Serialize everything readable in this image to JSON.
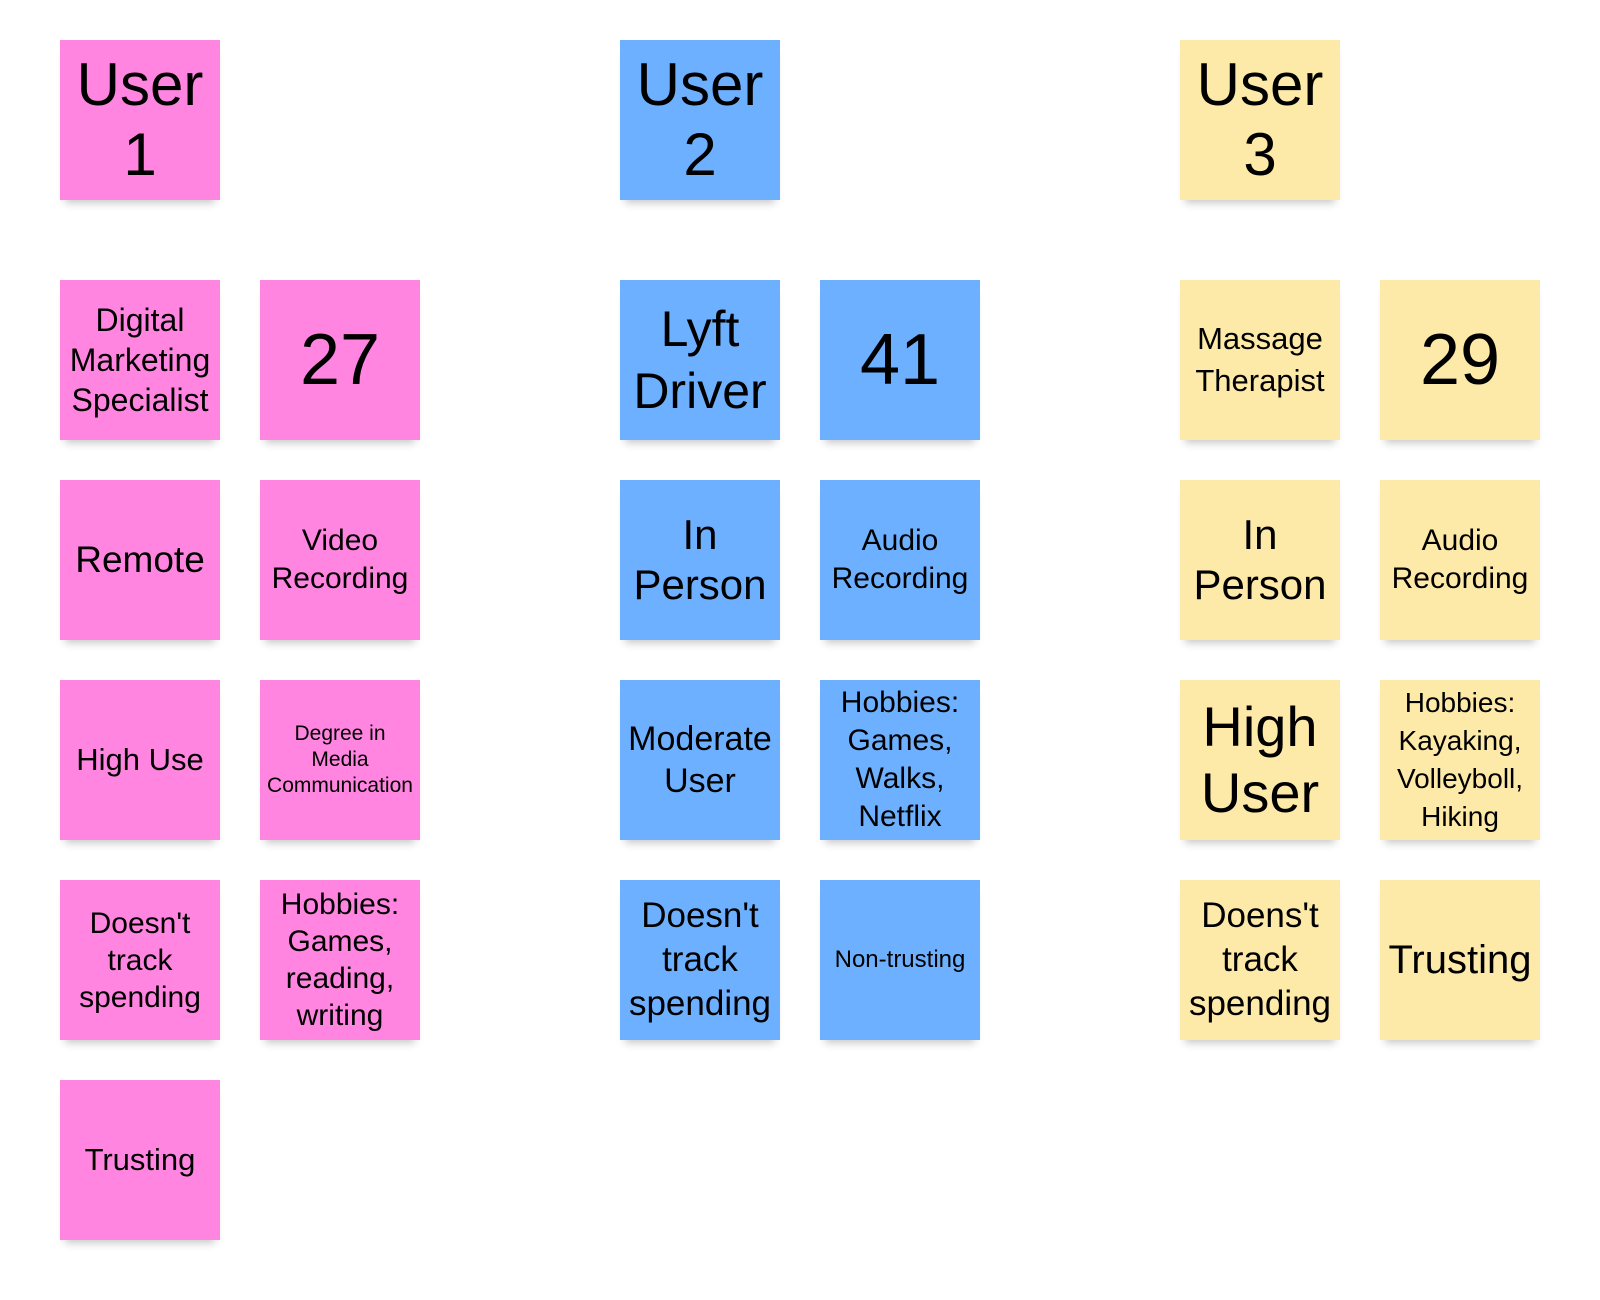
{
  "columns": [
    {
      "key": "user1",
      "color": "#ff85e0",
      "notes": [
        {
          "name": "user1-title-note",
          "text": "User\n1"
        },
        {
          "name": "user1-occupation-note",
          "text": "Digital\nMarketing\nSpecialist"
        },
        {
          "name": "user1-age-note",
          "text": "27"
        },
        {
          "name": "user1-interview-mode-note",
          "text": "Remote"
        },
        {
          "name": "user1-recording-note",
          "text": "Video\nRecording"
        },
        {
          "name": "user1-usage-note",
          "text": "High Use"
        },
        {
          "name": "user1-education-note",
          "text": "Degree in\nMedia\nCommunication"
        },
        {
          "name": "user1-spending-note",
          "text": "Doesn't\ntrack\nspending"
        },
        {
          "name": "user1-hobbies-note",
          "text": "Hobbies:\nGames,\nreading,\nwriting"
        },
        {
          "name": "user1-trust-note",
          "text": "Trusting"
        }
      ]
    },
    {
      "key": "user2",
      "color": "#6db0ff",
      "notes": [
        {
          "name": "user2-title-note",
          "text": "User\n2"
        },
        {
          "name": "user2-occupation-note",
          "text": "Lyft\nDriver"
        },
        {
          "name": "user2-age-note",
          "text": "41"
        },
        {
          "name": "user2-interview-mode-note",
          "text": "In\nPerson"
        },
        {
          "name": "user2-recording-note",
          "text": "Audio\nRecording"
        },
        {
          "name": "user2-usage-note",
          "text": "Moderate\nUser"
        },
        {
          "name": "user2-hobbies-note",
          "text": "Hobbies:\nGames,\nWalks,\nNetflix"
        },
        {
          "name": "user2-spending-note",
          "text": "Doesn't\ntrack\nspending"
        },
        {
          "name": "user2-trust-note",
          "text": "Non-trusting"
        }
      ]
    },
    {
      "key": "user3",
      "color": "#fde9a8",
      "notes": [
        {
          "name": "user3-title-note",
          "text": "User\n3"
        },
        {
          "name": "user3-occupation-note",
          "text": "Massage\nTherapist"
        },
        {
          "name": "user3-age-note",
          "text": "29"
        },
        {
          "name": "user3-interview-mode-note",
          "text": "In\nPerson"
        },
        {
          "name": "user3-recording-note",
          "text": "Audio\nRecording"
        },
        {
          "name": "user3-usage-note",
          "text": "High\nUser"
        },
        {
          "name": "user3-hobbies-note",
          "text": "Hobbies:\nKayaking,\nVolleyboll,\nHiking"
        },
        {
          "name": "user3-spending-note",
          "text": "Doens't\ntrack\nspending"
        },
        {
          "name": "user3-trust-note",
          "text": "Trusting"
        }
      ]
    }
  ]
}
